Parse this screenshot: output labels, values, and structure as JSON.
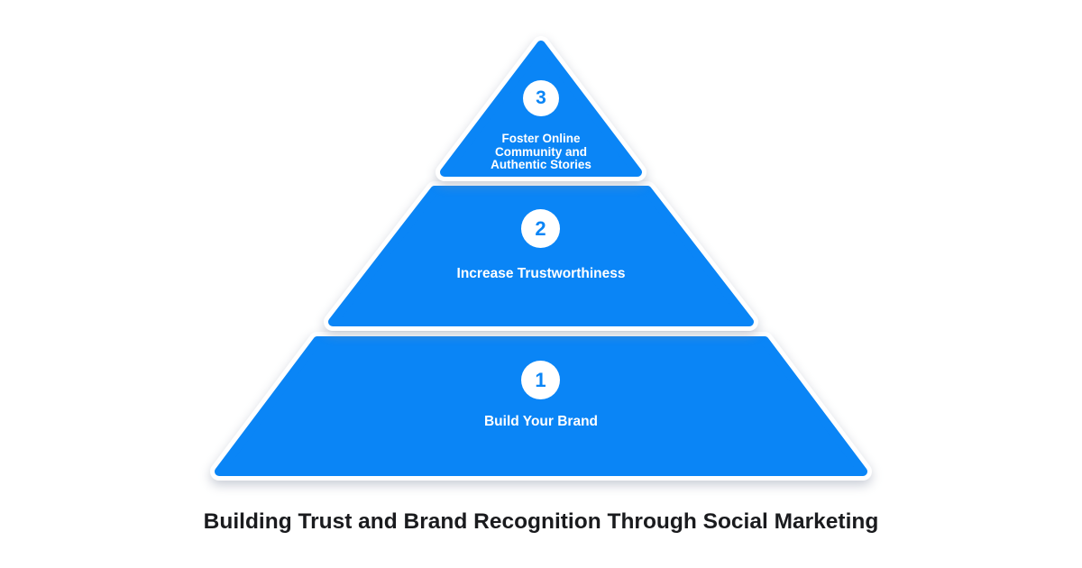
{
  "colors": {
    "primary_blue": "#0a85f6",
    "outline_white": "#ffffff",
    "shadow": "rgba(135,145,165,0.45)",
    "tier_label_text": "#ffffff",
    "number_text": "#0a85f6",
    "title_text": "#1a1b1e",
    "background": "#ffffff"
  },
  "pyramid": {
    "tiers": [
      {
        "number": "3",
        "label": "Foster Online Community and Authentic Stories",
        "lines": [
          "Foster Online",
          "Community and",
          "Authentic Stories"
        ]
      },
      {
        "number": "2",
        "label": "Increase Trustworthiness",
        "lines": [
          "Increase Trustworthiness"
        ]
      },
      {
        "number": "1",
        "label": "Build Your Brand",
        "lines": [
          "Build Your Brand"
        ]
      }
    ]
  },
  "caption": {
    "title": "Building Trust and Brand Recognition Through Social Marketing"
  }
}
